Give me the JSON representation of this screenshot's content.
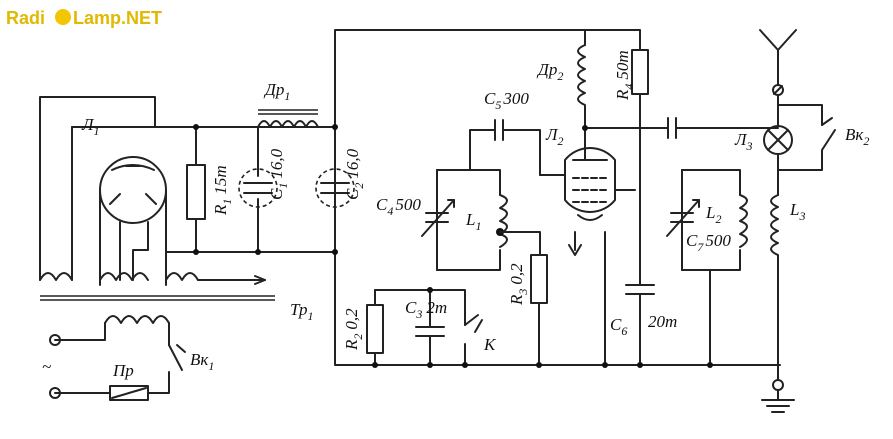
{
  "watermark": {
    "left": "Radi",
    "right": "Lamp.NET"
  },
  "labels": {
    "L1": "Л",
    "L1_sub": "1",
    "Dr1": "Др",
    "Dr1_sub": "1",
    "Tr1": "Тр",
    "Tr1_sub": "1",
    "R1": "R",
    "R1_sub": "1",
    "R1_val": "15т",
    "C1": "C",
    "C1_sub": "1",
    "C1_val": "16,0",
    "C2": "C",
    "C2_sub": "2",
    "C2_val": "16,0",
    "R2": "R",
    "R2_sub": "2",
    "R2_val": "0,2",
    "C3": "C",
    "C3_sub": "3",
    "C3_val": "2т",
    "K": "К",
    "C4": "C",
    "C4_sub": "4",
    "C4_val": "500",
    "C5": "C",
    "C5_sub": "5",
    "C5_val": "300",
    "Lc1": "L",
    "Lc1_sub": "1",
    "R3": "R",
    "R3_sub": "3",
    "R3_val": "0,2",
    "L2": "Л",
    "L2_sub": "2",
    "Dr2": "Др",
    "Dr2_sub": "2",
    "R4": "R",
    "R4_sub": "4",
    "R4_val": "50т",
    "C6": "C",
    "C6_sub": "6",
    "C6_val": "20т",
    "Lc2": "L",
    "Lc2_sub": "2",
    "C7": "C",
    "C7_sub": "7",
    "C7_val": "500",
    "L3": "Л",
    "L3_sub": "3",
    "Lc3": "L",
    "Lc3_sub": "3",
    "Vk1": "Вк",
    "Vk1_sub": "1",
    "Vk2": "Вк",
    "Vk2_sub": "2",
    "Pr": "Пр",
    "ac": "~"
  }
}
